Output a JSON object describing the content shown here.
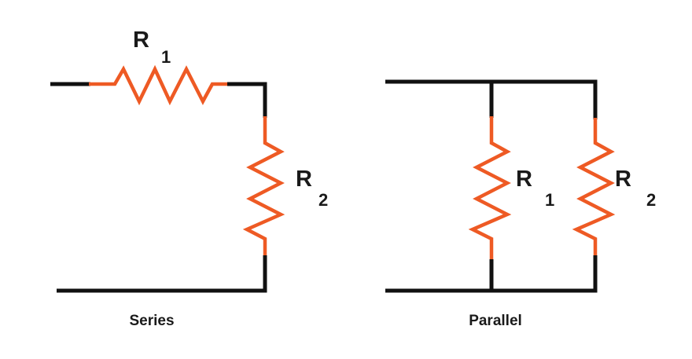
{
  "colors": {
    "wire": "#111111",
    "resistor": "#ee5a24",
    "text": "#1a1a1a",
    "background": "#ffffff"
  },
  "series": {
    "caption": "Series",
    "r1": {
      "letter": "R",
      "sub": "1"
    },
    "r2": {
      "letter": "R",
      "sub": "2"
    }
  },
  "parallel": {
    "caption": "Parallel",
    "r1": {
      "letter": "R",
      "sub": "1"
    },
    "r2": {
      "letter": "R",
      "sub": "2"
    }
  }
}
